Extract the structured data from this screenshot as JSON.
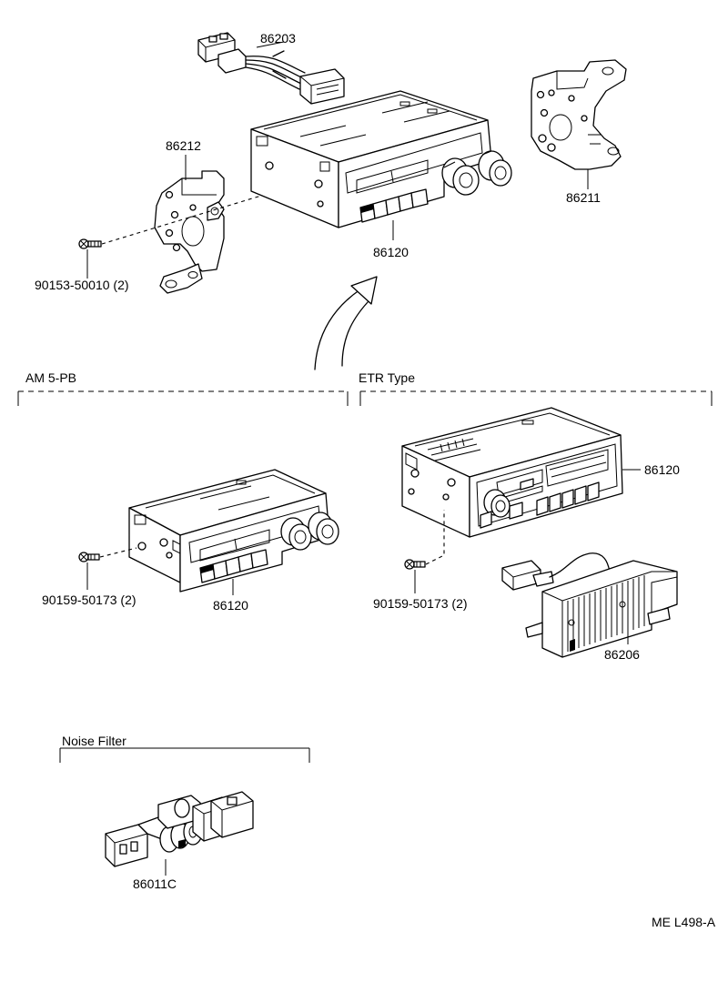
{
  "parts": {
    "p86203": "86203",
    "p86212": "86212",
    "p86211": "86211",
    "p86120_top": "86120",
    "p90153": "90153-50010 (2)",
    "p86120_am": "86120",
    "p90159_am": "90159-50173 (2)",
    "p86120_etr": "86120",
    "p90159_etr": "90159-50173 (2)",
    "p86206": "86206",
    "p86011c": "86011C"
  },
  "groups": {
    "am": "AM 5-PB",
    "etr": "ETR Type",
    "noise": "Noise Filter"
  },
  "ref_code": "ME L498-A"
}
